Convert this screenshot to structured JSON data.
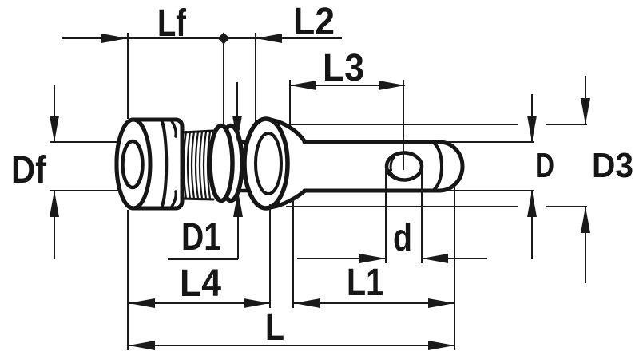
{
  "drawing": {
    "background": "#ffffff",
    "ink": "#1a1a1a",
    "labels": {
      "lf": "Lf",
      "l2": "L2",
      "l3": "L3",
      "df": "Df",
      "d1": "D1",
      "l4": "L4",
      "l1": "L1",
      "l_total": "L",
      "d_hole": "d",
      "d_pin": "D",
      "d3": "D3"
    }
  }
}
